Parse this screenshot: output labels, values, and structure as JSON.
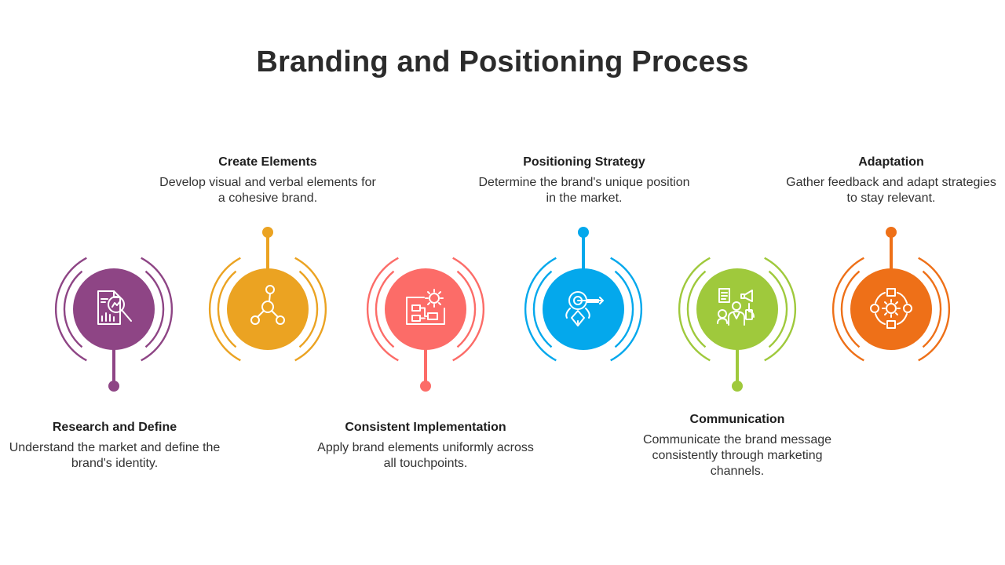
{
  "slide": {
    "title": "Branding and Positioning Process"
  },
  "steps": [
    {
      "heading": "Research and Define",
      "description": "Understand the market and define the brand's identity.",
      "color": "#8E4585",
      "icon": "research-report-magnifier-icon"
    },
    {
      "heading": "Create Elements",
      "description": "Develop visual and verbal elements for a cohesive brand.",
      "color": "#EBA322",
      "icon": "molecule-nodes-icon"
    },
    {
      "heading": "Consistent Implementation",
      "description": "Apply brand elements uniformly across all touchpoints.",
      "color": "#FC6C68",
      "icon": "gear-blueprint-icon"
    },
    {
      "heading": "Positioning Strategy",
      "description": "Determine the brand's unique position in the market.",
      "color": "#04A8EC",
      "icon": "target-location-icon"
    },
    {
      "heading": "Communication",
      "description": "Communicate the brand message consistently through marketing channels.",
      "color": "#9FC93C",
      "icon": "person-megaphone-icon"
    },
    {
      "heading": "Adaptation",
      "description": "Gather feedback and adapt strategies to stay relevant.",
      "color": "#EE7018",
      "icon": "gear-cycle-icon"
    }
  ]
}
